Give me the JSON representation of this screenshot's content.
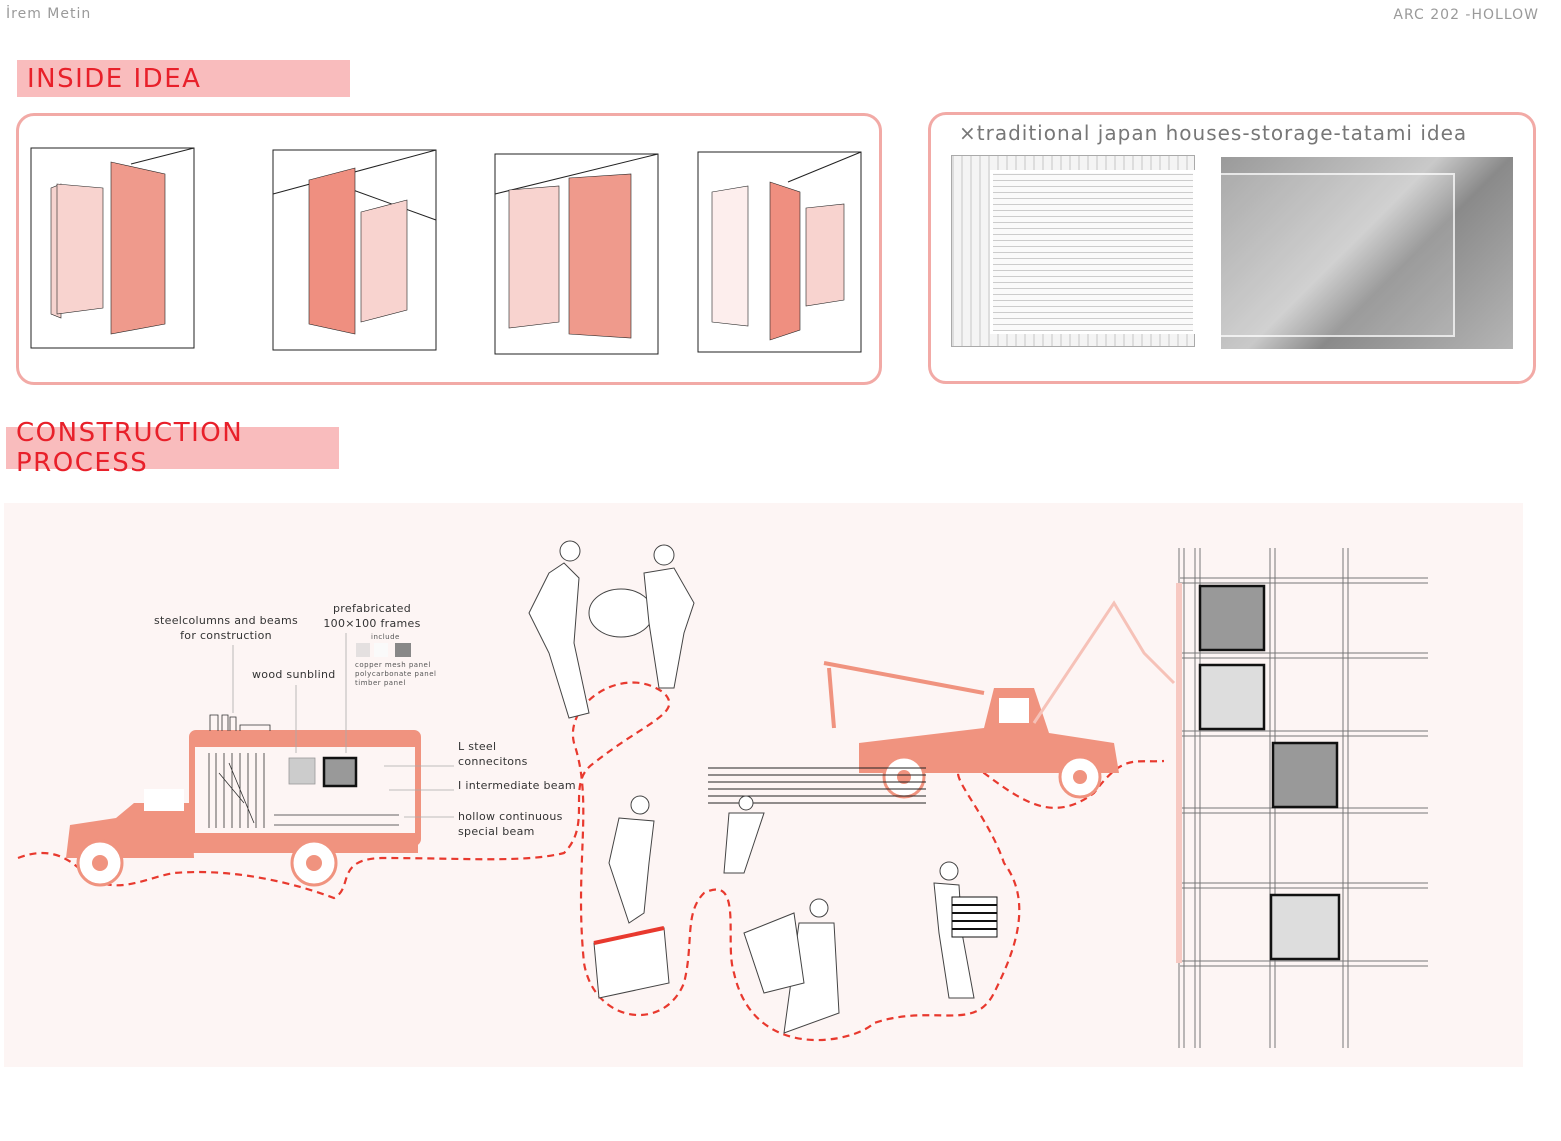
{
  "header": {
    "author": "İrem Metin",
    "project": "ARC 202 -HOLLOW"
  },
  "inside_idea": {
    "title": "INSIDE IDEA",
    "reference_title": "×traditional japan houses-storage-tatami idea",
    "reference_images": [
      "washitsu-sketch",
      "engawa-corridor-photo"
    ]
  },
  "construction": {
    "title": "CONSTRUCTION PROCESS",
    "labels": {
      "steel": "steelcolumns and beams\nfor construction",
      "prefab_1": "prefabricated",
      "prefab_2": "100×100 frames",
      "include": "include",
      "panels": [
        "copper mesh panel",
        "polycarbonate panel",
        "timber panel"
      ],
      "sunblind": "wood sunblind",
      "lsteel_1": "L steel",
      "lsteel_2": "connecitons",
      "ibeam": "I intermediate beam",
      "hollow_1": "hollow continuous",
      "hollow_2": "special beam"
    }
  },
  "colors": {
    "accent": "#e8202a",
    "label_bg": "#f9bcbd",
    "salmon": "#f0937f",
    "panel_bg": "#fdf5f4"
  }
}
